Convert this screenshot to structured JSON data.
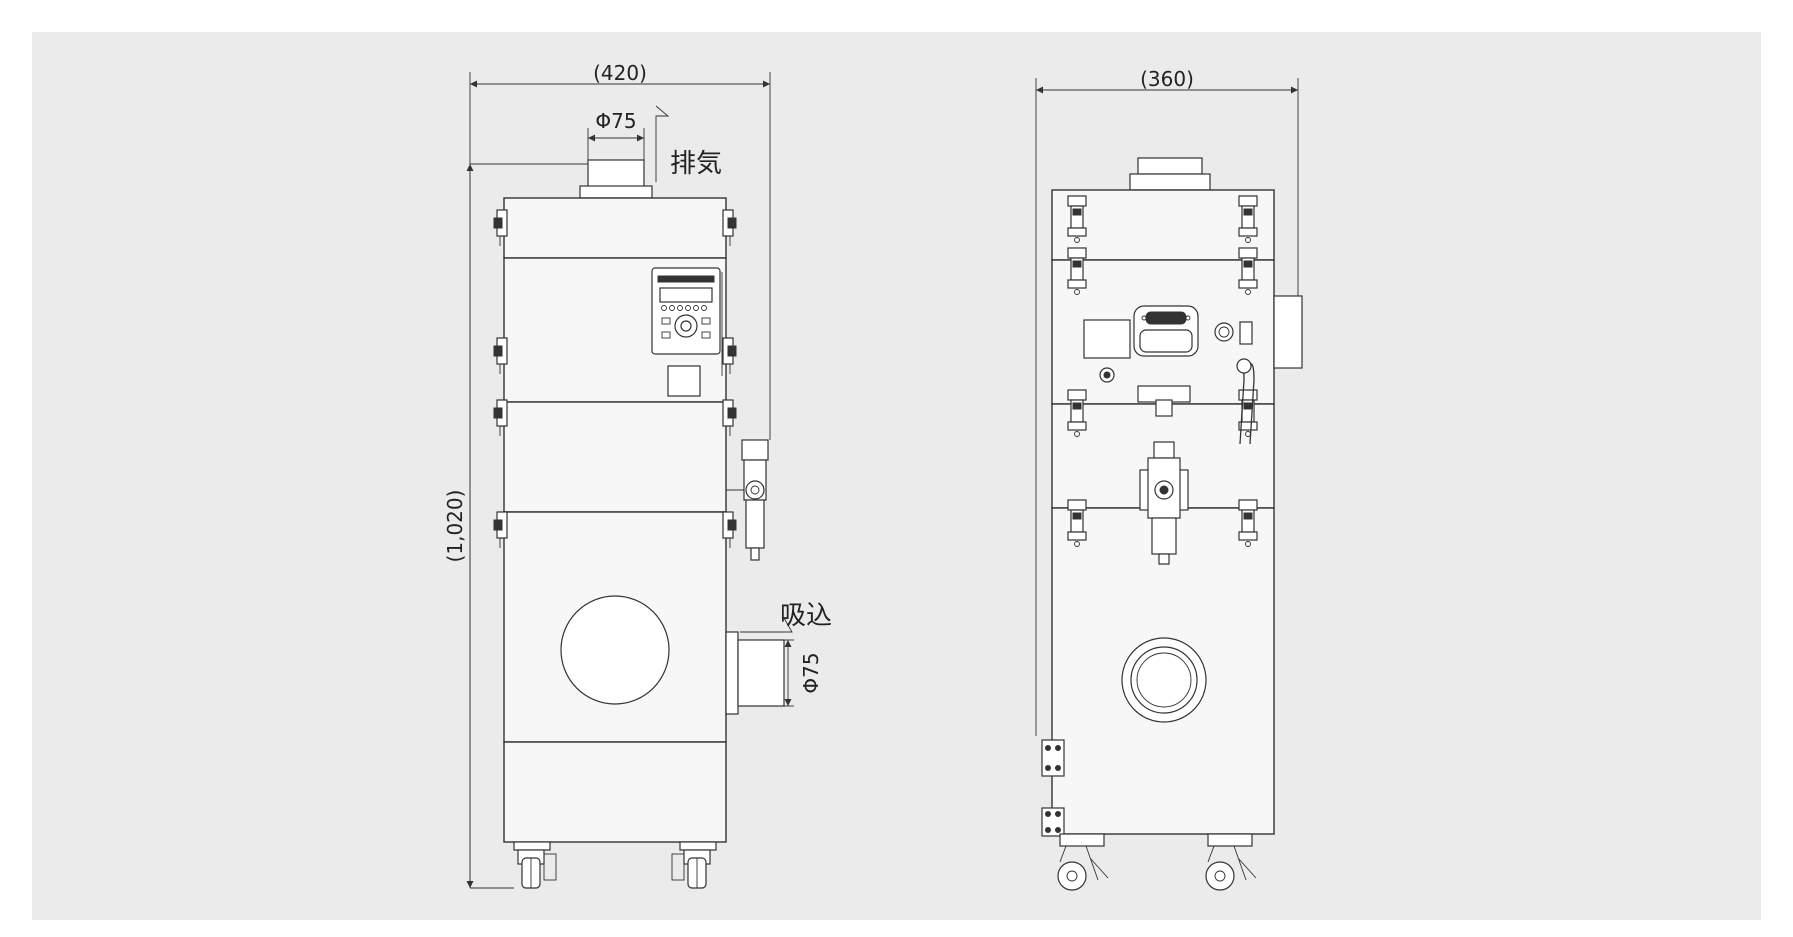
{
  "colors": {
    "background_panel": "#ebebeb",
    "page": "#ffffff",
    "line": "#333333"
  },
  "front_view": {
    "width_label": "(420)",
    "height_label": "(1,020)",
    "exhaust_diameter_label": "Φ75",
    "exhaust_label": "排気",
    "intake_label": "吸込",
    "intake_diameter_label": "Φ75"
  },
  "side_view": {
    "width_label": "(360)"
  }
}
